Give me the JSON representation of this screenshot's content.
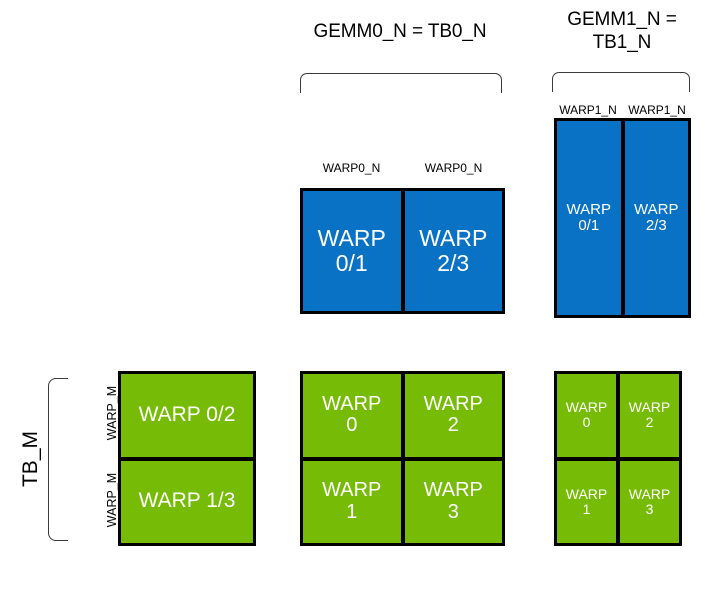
{
  "diagram": {
    "title_gemm0": "GEMM0_N = TB0_N",
    "title_gemm1": "GEMM1_N =\nTB1_N",
    "label_tb_m": "TB_M",
    "label_warp_m": "WARP_M",
    "label_warp0_n": "WARP0_N",
    "label_warp1_n": "WARP1_N",
    "colors": {
      "blue": "#0a72c4",
      "green": "#76bc06",
      "outline": "#000000",
      "text_dark": "#000000",
      "text_light": "#ffffff",
      "background": "#ffffff"
    },
    "blue_wide_group": {
      "cells": [
        {
          "line1": "WARP",
          "line2": "0/1",
          "top_label": "WARP0_N"
        },
        {
          "line1": "WARP",
          "line2": "2/3",
          "top_label": "WARP0_N"
        }
      ]
    },
    "blue_tall_group": {
      "cells": [
        {
          "line1": "WARP",
          "line2": "0/1",
          "top_label": "WARP1_N"
        },
        {
          "line1": "WARP",
          "line2": "2/3",
          "top_label": "WARP1_N"
        }
      ]
    },
    "green_left_group": {
      "side_labels": [
        "WARP_M",
        "WARP_M"
      ],
      "cells": [
        {
          "text": "WARP 0/2"
        },
        {
          "text": "WARP 1/3"
        }
      ]
    },
    "green_middle_group": {
      "cells": [
        {
          "line1": "WARP",
          "line2": "0"
        },
        {
          "line1": "WARP",
          "line2": "2"
        },
        {
          "line1": "WARP",
          "line2": "1"
        },
        {
          "line1": "WARP",
          "line2": "3"
        }
      ]
    },
    "green_right_group": {
      "cells": [
        {
          "line1": "WARP",
          "line2": "0"
        },
        {
          "line1": "WARP",
          "line2": "2"
        },
        {
          "line1": "WARP",
          "line2": "1"
        },
        {
          "line1": "WARP",
          "line2": "3"
        }
      ]
    }
  }
}
